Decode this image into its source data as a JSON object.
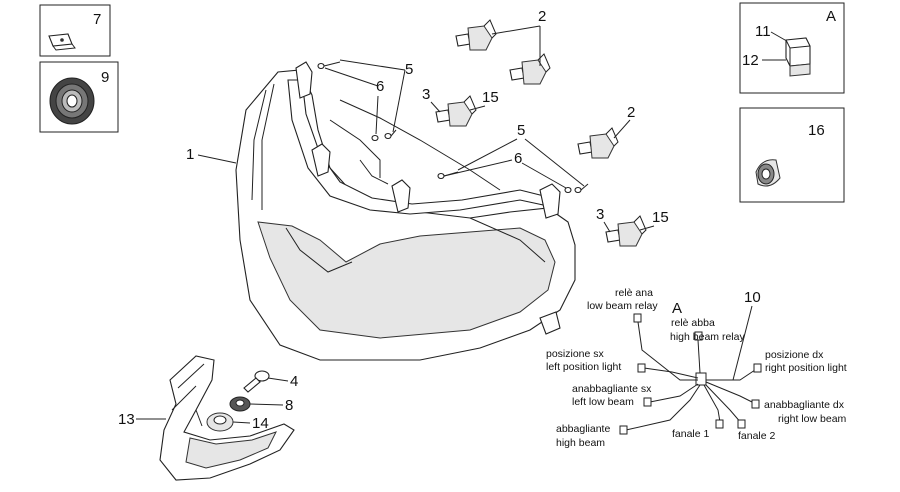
{
  "callouts": {
    "c1": "1",
    "c2a": "2",
    "c2b": "2",
    "c3a": "3",
    "c3b": "3",
    "c4": "4",
    "c5a": "5",
    "c5b": "5",
    "c6a": "6",
    "c6b": "6",
    "c7": "7",
    "c8": "8",
    "c9": "9",
    "c10": "10",
    "c11": "11",
    "c12": "12",
    "c13": "13",
    "c14": "14",
    "c15a": "15",
    "c15b": "15",
    "c16": "16",
    "boxA": "A",
    "harnessA": "A"
  },
  "harness_labels": {
    "rele_ana": "relè ana",
    "low_beam_relay": "low beam relay",
    "rele_abba": "relè abba",
    "high_beam_relay": "high beam relay",
    "posizione_sx": "posizione sx",
    "left_position_light": "left position light",
    "posizione_dx": "posizione dx",
    "right_position_light": "right position light",
    "anabbagliante_sx": "anabbagliante sx",
    "left_low_beam": "left low beam",
    "anabbagliante_dx": "anabbagliante dx",
    "right_low_beam": "right low beam",
    "abbagliante": "abbagliante",
    "high_beam": "high beam",
    "fanale_1": "fanale 1",
    "fanale_2": "fanale 2"
  }
}
